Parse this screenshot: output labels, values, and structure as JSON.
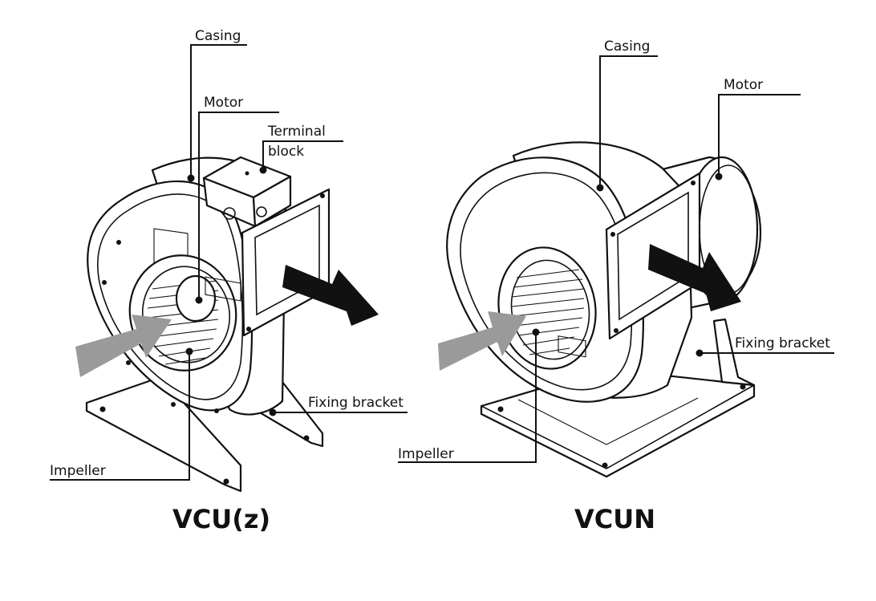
{
  "left_fan": {
    "title": "VCU(z)",
    "labels": {
      "casing": "Casing",
      "motor": "Motor",
      "terminal_block_line1": "Terminal",
      "terminal_block_line2": "block",
      "fixing_bracket": "Fixing bracket",
      "impeller": "Impeller"
    }
  },
  "right_fan": {
    "title": "VCUN",
    "labels": {
      "casing": "Casing",
      "motor": "Motor",
      "fixing_bracket": "Fixing bracket",
      "impeller": "Impeller"
    }
  },
  "colors": {
    "inlet_arrow": "#9a9a9a",
    "outlet_arrow": "#111111",
    "line": "#111111"
  }
}
